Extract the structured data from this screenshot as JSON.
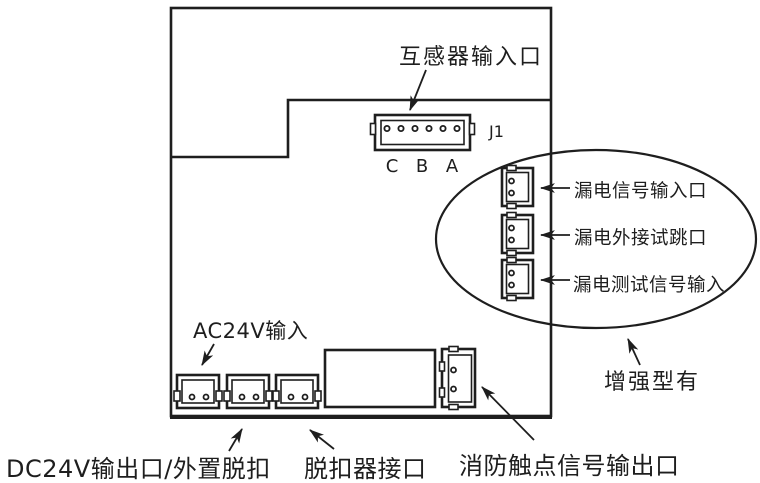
{
  "colors": {
    "ink": "#1e1e1e",
    "bg": "#ffffff"
  },
  "board": {
    "j1": {
      "ref_label": "J1",
      "pin_groups": [
        "C",
        "B",
        "A"
      ]
    }
  },
  "callouts": {
    "transformer_input": "互感器输入口",
    "leakage_signal_input": "漏电信号输入口",
    "leakage_external_test_trip": "漏电外接试跳口",
    "leakage_test_signal_input": "漏电测试信号输入",
    "enhanced_type_note": "增强型有",
    "ac24v_input": "AC24V输入",
    "dc24v_output_external_trip": "DC24V输出口/外置脱扣",
    "trip_unit_port": "脱扣器接口",
    "fire_contact_signal_output": "消防触点信号输出口"
  }
}
